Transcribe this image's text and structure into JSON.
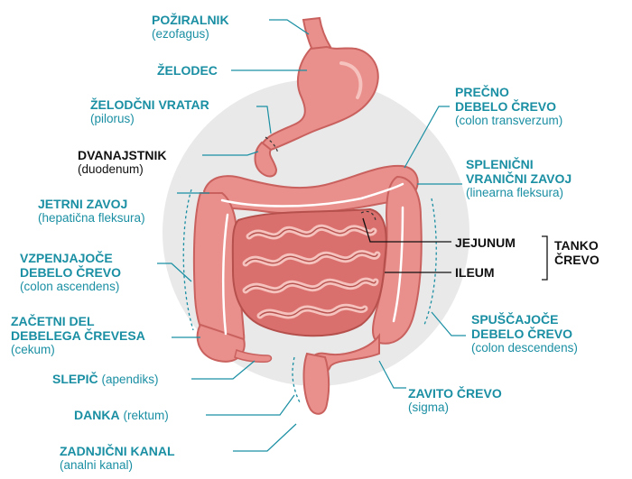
{
  "colors": {
    "label_teal": "#1a8fa3",
    "label_black": "#111111",
    "organ_pink": "#e98f8c",
    "organ_dark": "#c9615e",
    "organ_light": "#f6c2bd",
    "background_circle": "#e9e9e9"
  },
  "labels": {
    "poziralnik": {
      "name": "POŽIRALNIK",
      "sub": "(ezofagus)"
    },
    "zelodec": {
      "name": "ŽELODEC"
    },
    "zelodcni_vratar": {
      "name": "ŽELODČNI VRATAR",
      "sub": "(pilorus)"
    },
    "dvanajstnik": {
      "name": "DVANAJSTNIK",
      "sub": "(duodenum)"
    },
    "jetrni_zavoj": {
      "name": "JETRNI ZAVOJ",
      "sub": "(hepatična fleksura)"
    },
    "vzpenjajoce": {
      "line1": "VZPENJAJOČE",
      "line2": "DEBELO ČREVO",
      "sub": "(colon ascendens)"
    },
    "zacetni_del": {
      "line1": "ZAČETNI DEL",
      "line2": "DEBELEGA ČREVESA",
      "sub": "(cekum)"
    },
    "slepic": {
      "name": "SLEPIČ",
      "sub": "(apendiks)"
    },
    "danka": {
      "name": "DANKA",
      "sub": "(rektum)"
    },
    "zadnjicni_kanal": {
      "name": "ZADNJIČNI KANAL",
      "sub": "(analni kanal)"
    },
    "precno": {
      "line1": "PREČNO",
      "line2": "DEBELO ČREVO",
      "sub": "(colon transverzum)"
    },
    "splenicni": {
      "line1": "SPLENIČNI",
      "line2": "VRANIČNI ZAVOJ",
      "sub": "(linearna fleksura)"
    },
    "jejunum": {
      "name": "JEJUNUM"
    },
    "ileum": {
      "name": "ILEUM"
    },
    "tanko_crevo": {
      "line1": "TANKO",
      "line2": "ČREVO"
    },
    "spuscajoce": {
      "line1": "SPUŠČAJOČE",
      "line2": "DEBELO ČREVO",
      "sub": "(colon descendens)"
    },
    "zavito": {
      "name": "ZAVITO ČREVO",
      "sub": "(sigma)"
    }
  }
}
